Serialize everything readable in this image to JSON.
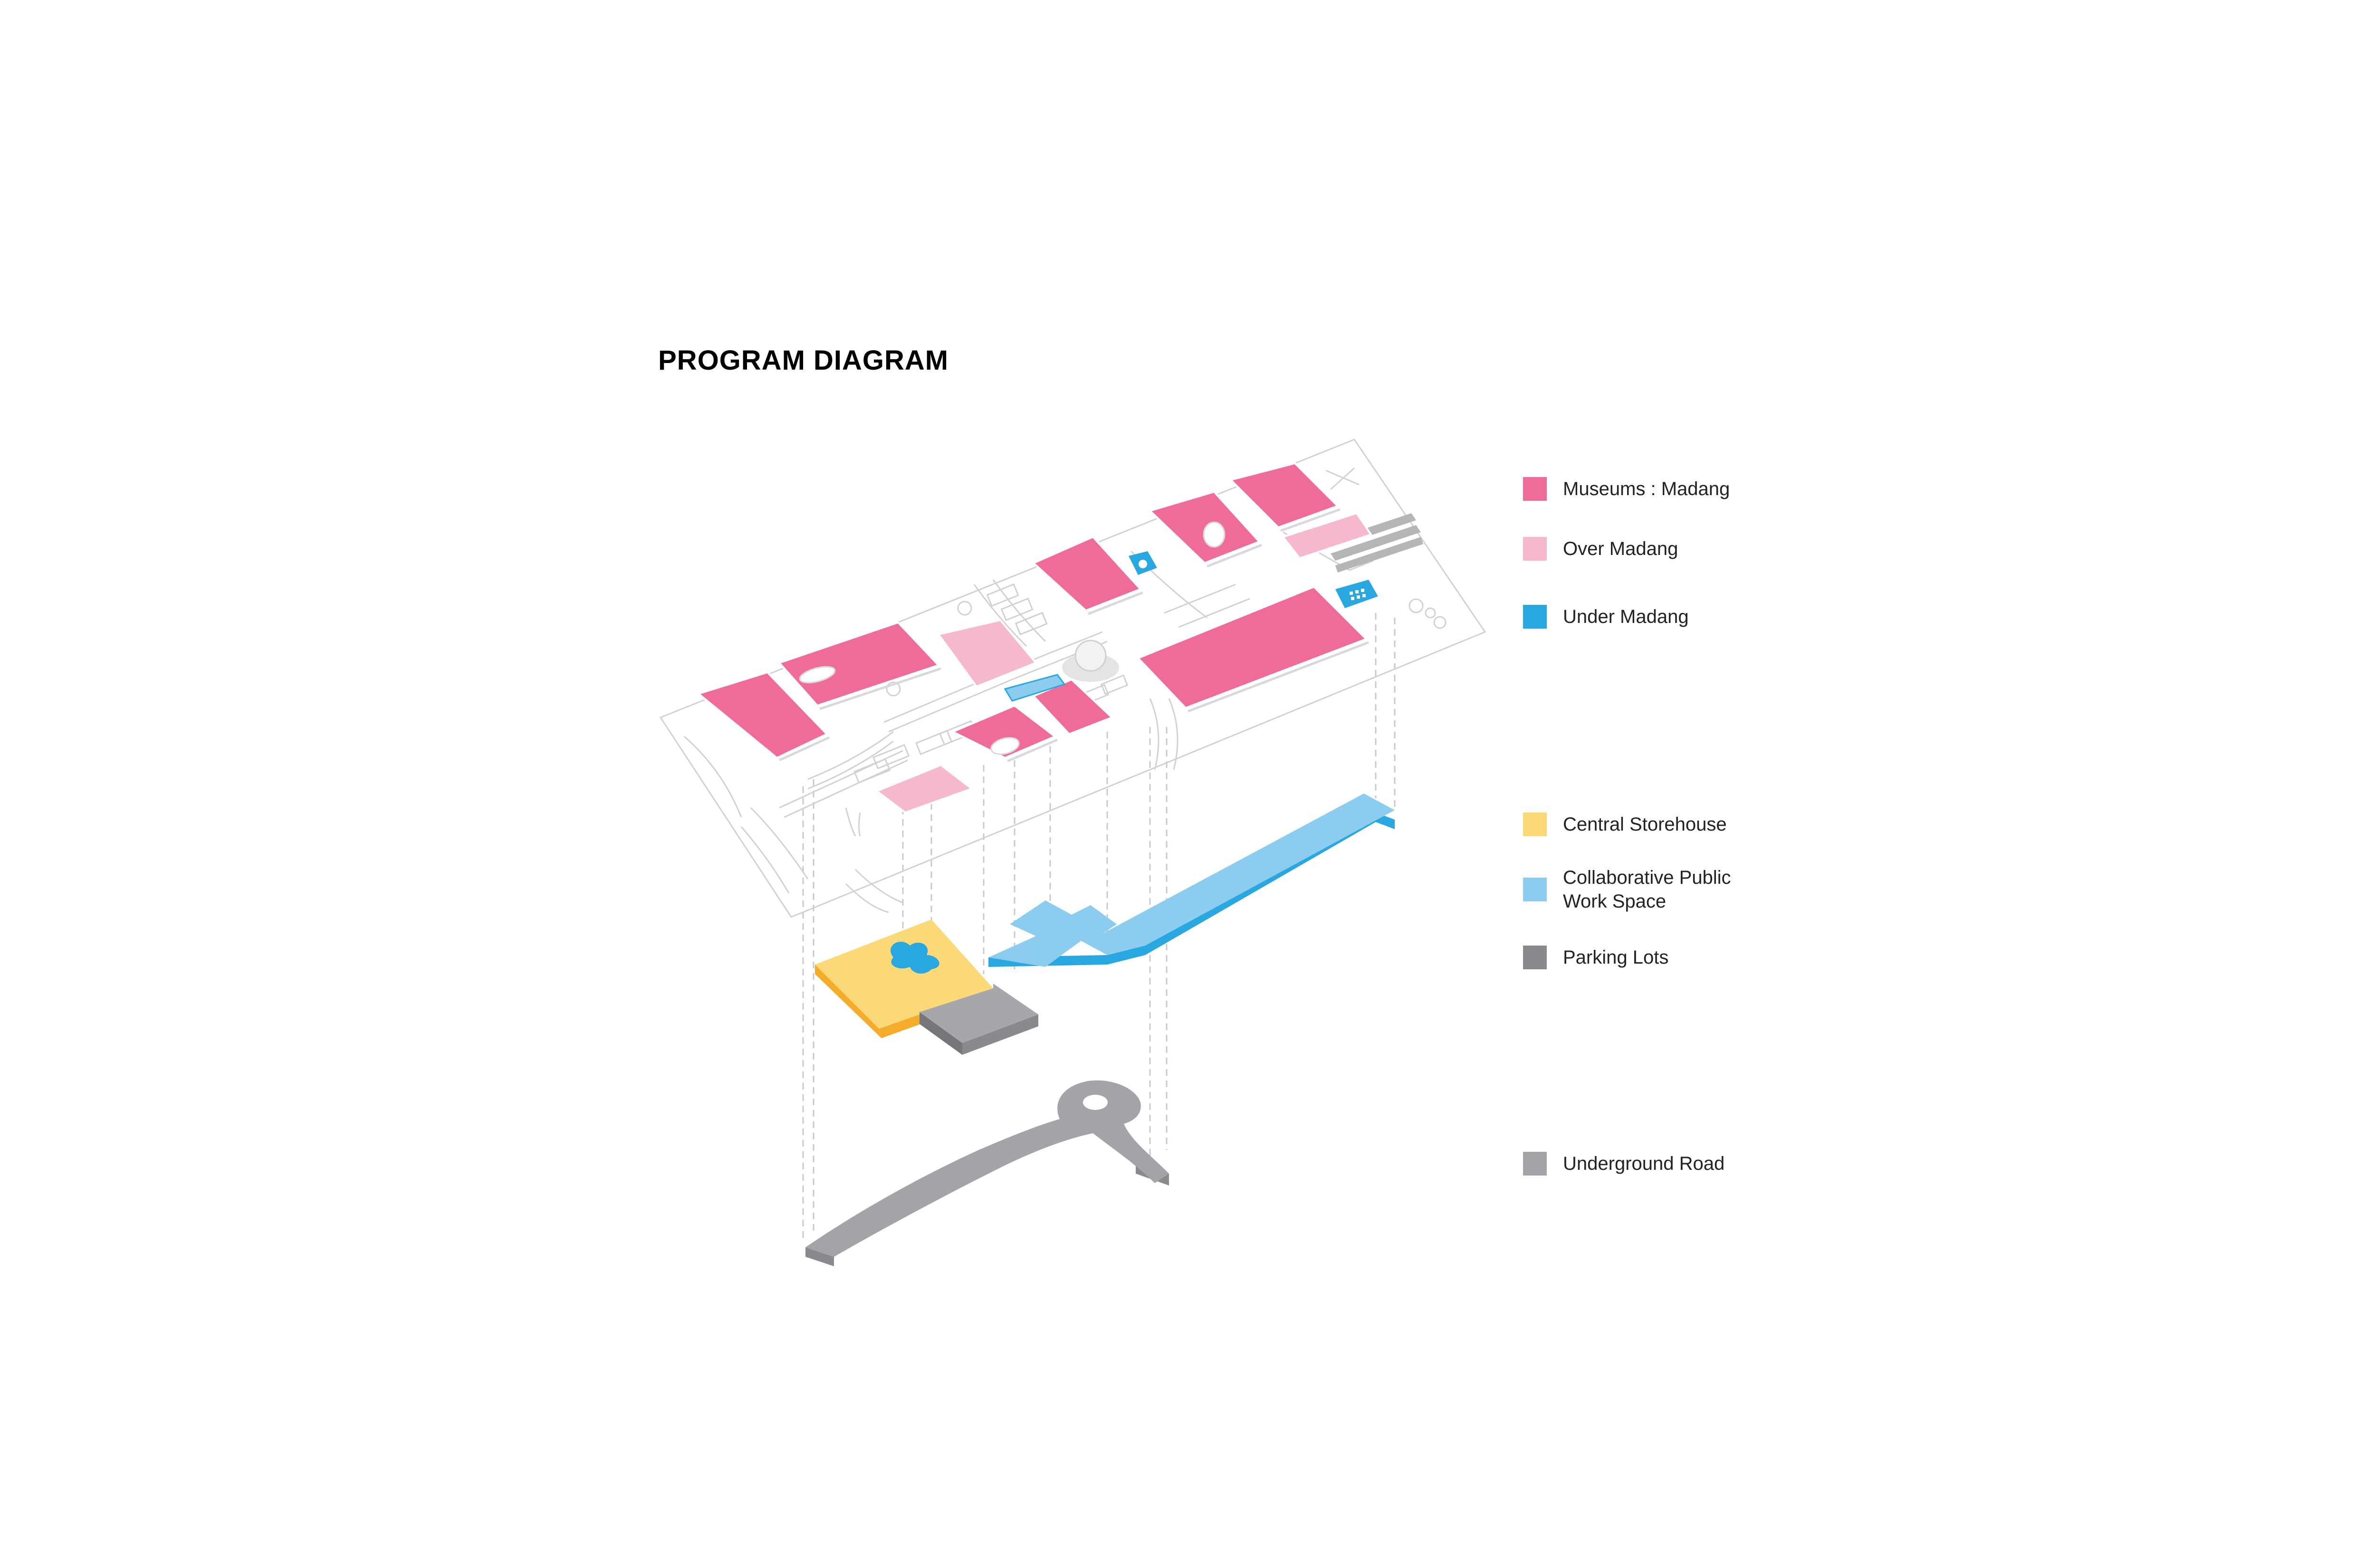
{
  "title": "PROGRAM DIAGRAM",
  "colors": {
    "museums": "#ef6b98",
    "over_madang": "#f6b8cc",
    "under_madang": "#29a7e1",
    "central_storehouse": "#fbd878",
    "central_storehouse_edge": "#f5ac2a",
    "collaborative": "#8cccef",
    "parking": "#8a8a8e",
    "underground_road": "#a4a4a8",
    "site_lines": "#cfcfcf"
  },
  "legend": [
    {
      "key": "museums",
      "label": "Museums : Madang",
      "color": "#ef6b98"
    },
    {
      "key": "over_madang",
      "label": "Over Madang",
      "color": "#f6b8cc"
    },
    {
      "key": "under_madang",
      "label": "Under Madang",
      "color": "#29a7e1"
    },
    {
      "key": "central_storehouse",
      "label": "Central Storehouse",
      "color": "#fbd878"
    },
    {
      "key": "collaborative",
      "label": "Collaborative Public\nWork Space",
      "color": "#8cccef"
    },
    {
      "key": "parking",
      "label": "Parking Lots",
      "color": "#8a8a8e"
    },
    {
      "key": "underground_road",
      "label": "Underground Road",
      "color": "#a4a4a8"
    }
  ]
}
